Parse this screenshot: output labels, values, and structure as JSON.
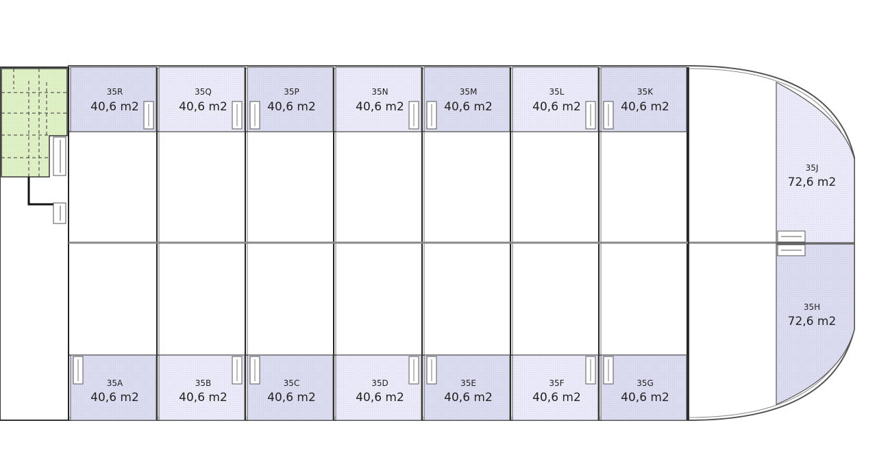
{
  "colors": {
    "unit_dark": "#dcdcf0",
    "unit_light": "#e9e9f8",
    "core": "#dff0c6",
    "wall": "#1a1a1a",
    "thin_wall": "#7a7a7a"
  },
  "top_row": [
    {
      "code": "35R",
      "area": "40,6 m2"
    },
    {
      "code": "35Q",
      "area": "40,6 m2"
    },
    {
      "code": "35P",
      "area": "40,6 m2"
    },
    {
      "code": "35N",
      "area": "40,6 m2"
    },
    {
      "code": "35M",
      "area": "40,6 m2"
    },
    {
      "code": "35L",
      "area": "40,6 m2"
    },
    {
      "code": "35K",
      "area": "40,6 m2"
    }
  ],
  "bottom_row": [
    {
      "code": "35A",
      "area": "40,6 m2"
    },
    {
      "code": "35B",
      "area": "40,6 m2"
    },
    {
      "code": "35C",
      "area": "40,6 m2"
    },
    {
      "code": "35D",
      "area": "40,6 m2"
    },
    {
      "code": "35E",
      "area": "40,6 m2"
    },
    {
      "code": "35F",
      "area": "40,6 m2"
    },
    {
      "code": "35G",
      "area": "40,6 m2"
    }
  ],
  "end_units": {
    "upper": {
      "code": "35J",
      "area": "72,6 m2"
    },
    "lower": {
      "code": "35H",
      "area": "72,6 m2"
    }
  }
}
